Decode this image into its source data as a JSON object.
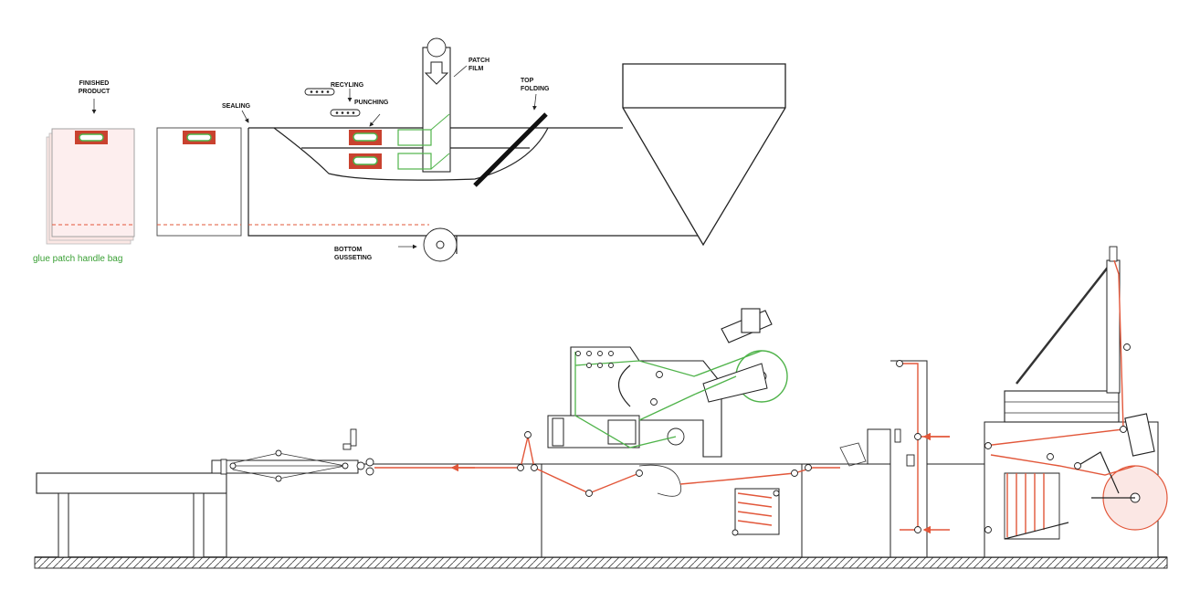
{
  "labels": {
    "finished_product_1": "FINISHED",
    "finished_product_2": "PRODUCT",
    "sealing": "SEALING",
    "recyling": "RECYLING",
    "punching": "PUNCHING",
    "patch_film_1": "PATCH",
    "patch_film_2": "FILM",
    "top_folding_1": "TOP",
    "top_folding_2": "FOLDING",
    "bottom_gusseting_1": "BOTTOM",
    "bottom_gusseting_2": "GUSSETING",
    "product_name": "glue patch handle bag"
  },
  "colors": {
    "web_line": "#e2573a",
    "patch_path": "#4fb34a",
    "patch_fill": "#c9422f",
    "bag_tint": "#fbe7e4",
    "outline": "#222222"
  }
}
